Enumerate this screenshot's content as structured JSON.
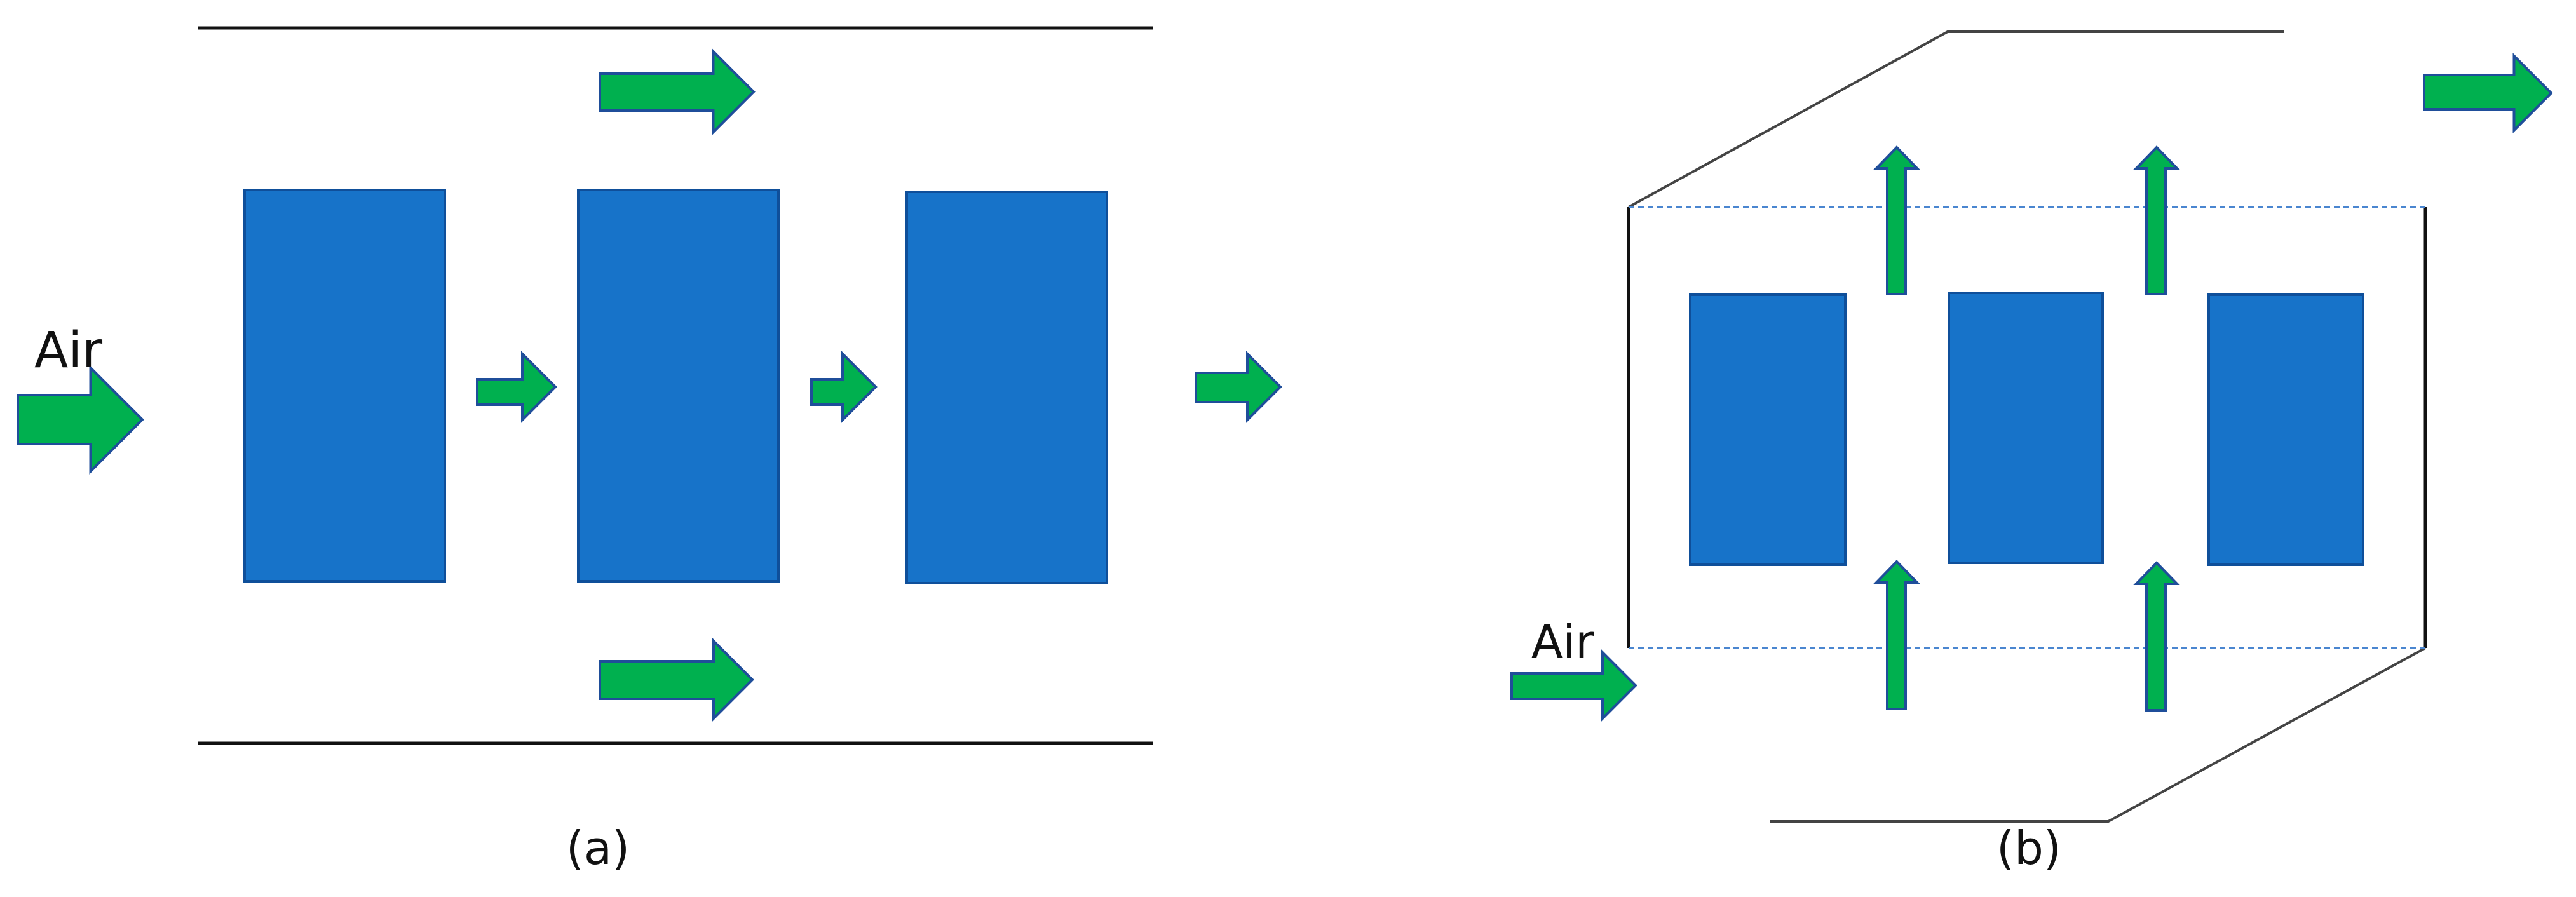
{
  "colors": {
    "block": "#1773C9",
    "block_stroke": "#0F4F9A",
    "arrow": "#00B04F",
    "arrow_stroke": "#1F4E9A",
    "wall": "#222222",
    "dashed": "#4A86D0"
  },
  "panel_a": {
    "air_label": "Air",
    "caption": "(a)"
  },
  "panel_b": {
    "air_label": "Air",
    "caption": "(b)"
  }
}
